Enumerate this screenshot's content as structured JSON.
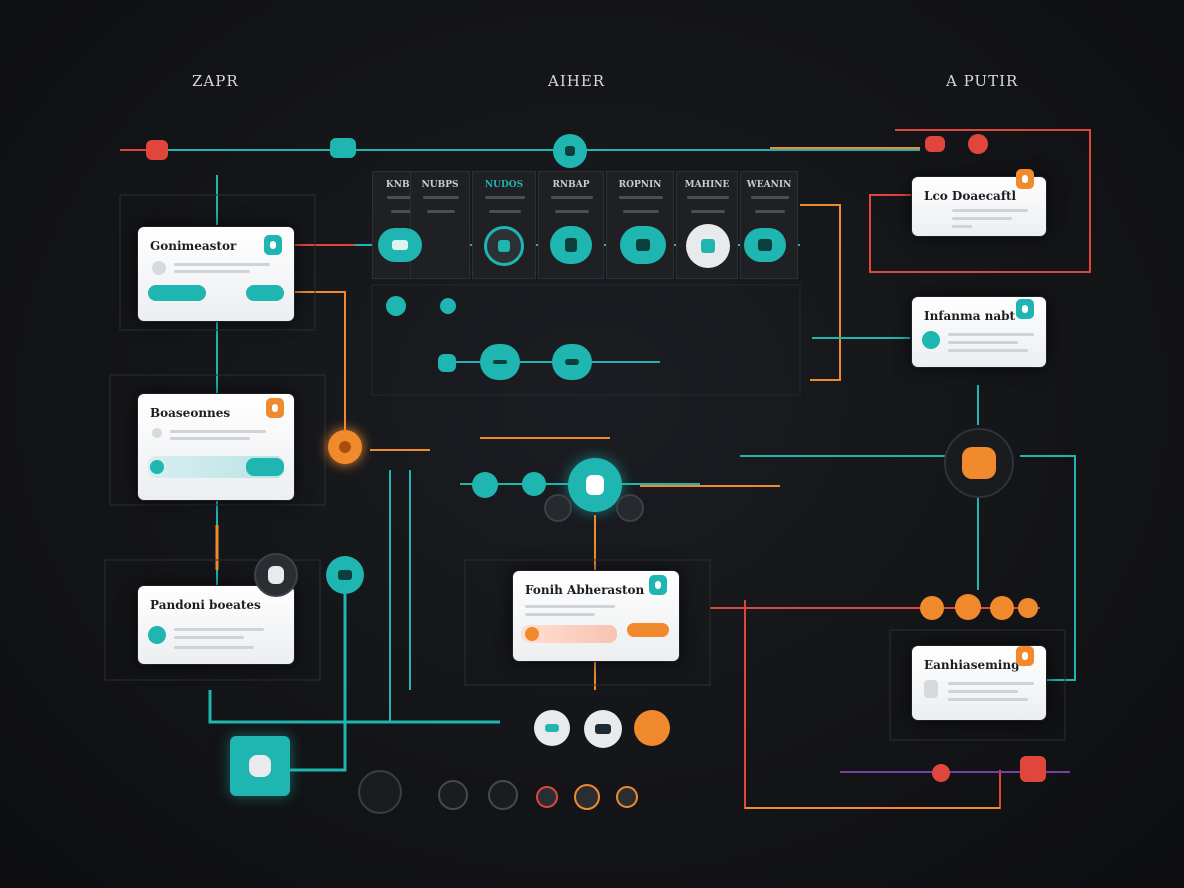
{
  "headings": {
    "left": "ZAPR",
    "center": "AIHER",
    "right": "A PUTIR"
  },
  "panels": [
    {
      "label": "KNBS"
    },
    {
      "label": "NUBPS"
    },
    {
      "label": "NUDOS"
    },
    {
      "label": "RNBAP"
    },
    {
      "label": "ROPNIN"
    },
    {
      "label": "MAHINE"
    },
    {
      "label": "WEANIN"
    }
  ],
  "cards": {
    "left_top": {
      "title": "Gonimeastor",
      "badge_icon": "app-icon"
    },
    "left_middle": {
      "title": "Boaseonnes",
      "badge_icon": "lock-icon"
    },
    "left_bottom": {
      "title": "Pandoni boeates",
      "badge_icon": "map-pin-icon"
    },
    "center_bottom": {
      "title": "Fonih Abheraston",
      "badge_icon": "drop-icon"
    },
    "right_top": {
      "title": "Lco Doaecaftl",
      "badge_icon": "bell-icon"
    },
    "right_middle": {
      "title": "Infanma nabt",
      "badge_icon": "drop-icon"
    },
    "right_bottom": {
      "title": "Eanhiaseming",
      "badge_icon": "bell-icon"
    }
  },
  "colors": {
    "background": "#121316",
    "teal": "#1fb5b0",
    "orange": "#f08a2c",
    "red": "#e0463c",
    "purple": "#7a3ea8",
    "card": "#ffffff"
  }
}
